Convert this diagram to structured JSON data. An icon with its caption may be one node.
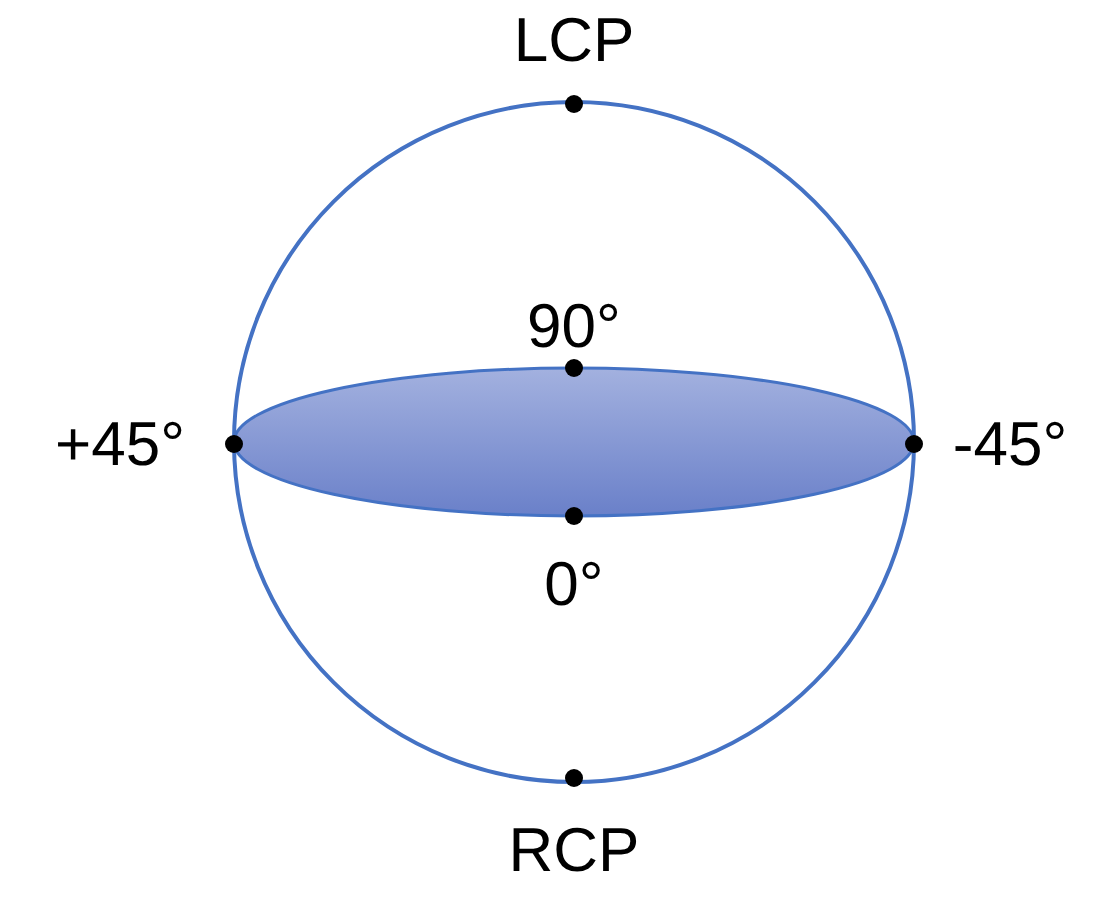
{
  "diagram": {
    "labels": [
      "LCP",
      "90°",
      "+45°",
      "-45°",
      "0°",
      "RCP"
    ]
  }
}
